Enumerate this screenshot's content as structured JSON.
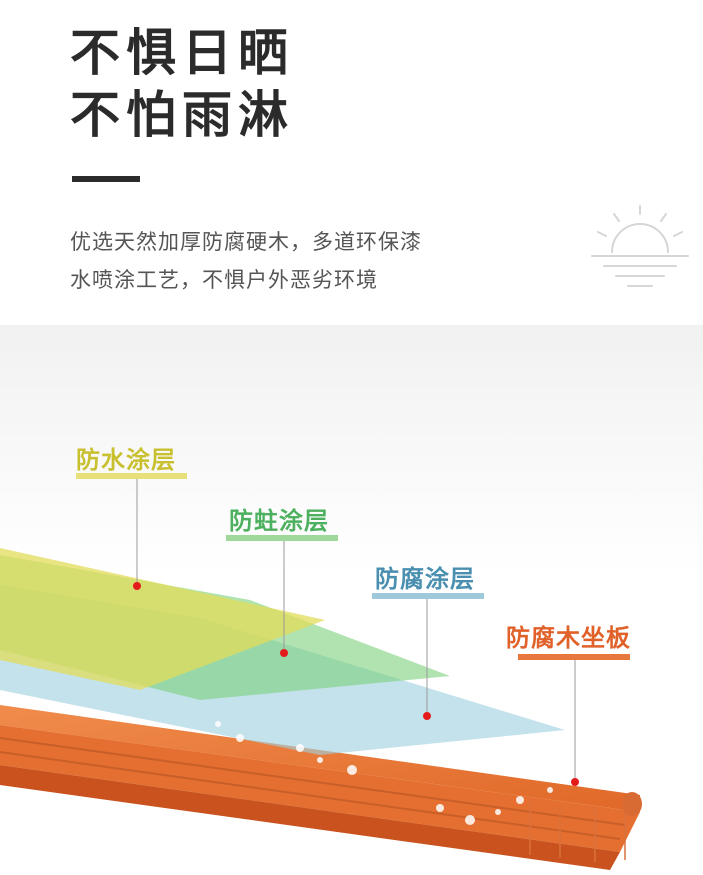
{
  "headline": {
    "line1": "不惧日晒",
    "line2": "不怕雨淋"
  },
  "description": {
    "line1": "优选天然加厚防腐硬木，多道环保漆",
    "line2": "水喷涂工艺，不惧户外恶劣环境"
  },
  "icon": "sun-horizon-icon",
  "layers": [
    {
      "label": "防水涂层",
      "color": "#c9c030",
      "bar_color": "#e7df7a"
    },
    {
      "label": "防蛀涂层",
      "color": "#4db05e",
      "bar_color": "#9fd89a"
    },
    {
      "label": "防腐涂层",
      "color": "#4a8fb0",
      "bar_color": "#9dc9da"
    },
    {
      "label": "防腐木坐板",
      "color": "#e0622a",
      "bar_color": "#e8773d"
    }
  ],
  "colors": {
    "headline": "#2b2b2b",
    "marker_dot": "#e41b1b",
    "wood": "#e8773d"
  }
}
